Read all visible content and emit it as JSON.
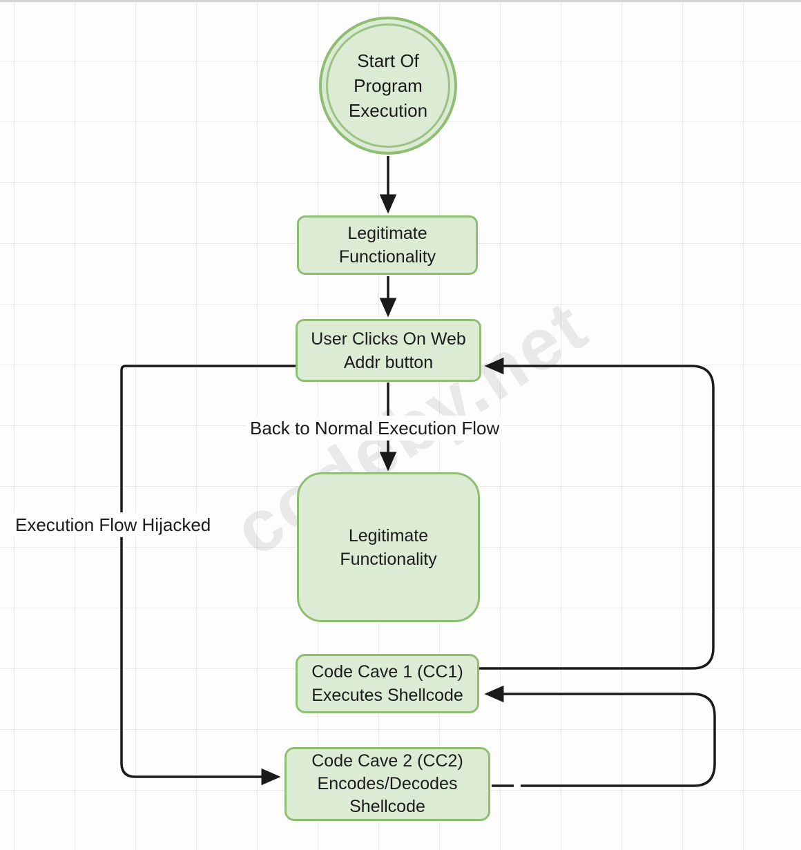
{
  "watermark": "codeby.net",
  "colors": {
    "node_fill": "#dcecd4",
    "node_border": "#8fbe73",
    "connector": "#1a1a1a",
    "grid_line": "#e9e9e9",
    "background": "#fdfdfd",
    "watermark_gray": "#e4e4e4"
  },
  "nodes": {
    "start": {
      "lines": [
        "Start Of",
        "Program",
        "Execution"
      ]
    },
    "legit1": {
      "lines": [
        "Legitimate",
        "Functionality"
      ]
    },
    "user_clicks": {
      "lines": [
        "User Clicks On Web",
        "Addr button"
      ]
    },
    "legit2": {
      "lines": [
        "Legitimate",
        "Functionality"
      ]
    },
    "cc1": {
      "lines": [
        "Code Cave 1 (CC1)",
        "Executes Shellcode"
      ]
    },
    "cc2": {
      "lines": [
        "Code Cave 2 (CC2)",
        "Encodes/Decodes",
        "Shellcode"
      ]
    }
  },
  "edge_labels": {
    "back_to_normal": "Back to Normal Execution Flow",
    "hijacked": "Execution Flow Hijacked"
  }
}
